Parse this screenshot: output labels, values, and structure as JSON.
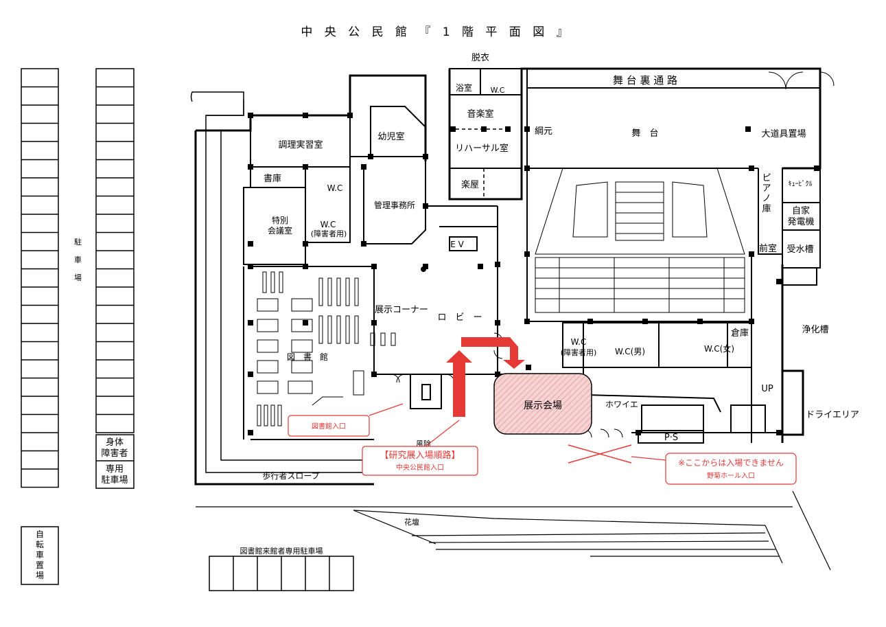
{
  "title": "中 央 公 民 館 『 1 階 平 面 図 』",
  "labels": {
    "parking_left": "駐\n車\n場",
    "disabled_top": "身体",
    "disabled_bottom": "障害者",
    "dedicated_top": "専用",
    "dedicated_bottom": "駐車場",
    "bicycle": "自\n転\n車\n置\n場",
    "library_parking": "図書館来館者専用駐車場",
    "flowerbed": "花壇",
    "slope": "歩行者スロープ",
    "undress": "脱衣",
    "bath": "浴室",
    "wc_top": "W.C",
    "backstage": "舞 台 裏 通 路",
    "music": "音楽室",
    "rehearsal": "リハーサル室",
    "green_room": "楽屋",
    "stage": "舞　台",
    "rigging": "綱元",
    "props": "大道具置場",
    "cooking": "調理実習室",
    "nursery": "幼児室",
    "storage_books": "書庫",
    "wc": "W.C",
    "wc_disabled": "W.C",
    "wc_disabled2": "(障害者用)",
    "office": "管理事務所",
    "special_top": "特別",
    "special_bottom": "会議室",
    "ev": "E V",
    "piano": "ピ\nア\nノ\n庫",
    "cubicle": "ｷｭｰﾋﾞｸﾙ",
    "generator_top": "自家",
    "generator_bottom": "発電機",
    "front_room": "前室",
    "water_tank": "受水槽",
    "exhibit_corner": "展示コーナー",
    "lobby": "ロ　ビ　ー",
    "library": "図　書　館",
    "wc_h": "W.C",
    "wc_h2": "(障害者用)",
    "wc_men": "W.C(男)",
    "wc_women": "W.C(女)",
    "warehouse": "倉庫",
    "septic": "浄化槽",
    "up": "UP",
    "dry_area": "ドライエリア",
    "foyer": "ホワイエ",
    "ps": "P·S",
    "exhibit_hall": "展示会場",
    "windbreak": "風除",
    "lib_entrance_box": "図書館入口",
    "route_title": "【研究展入場順路】",
    "route_sub": "中央公民館入口",
    "no_entry_title": "※ここからは入場できません",
    "no_entry_sub": "野菊ホール入口"
  },
  "colors": {
    "accent_red": "#e53935",
    "hall_fill": "#f4c7c7",
    "line": "#000000"
  }
}
